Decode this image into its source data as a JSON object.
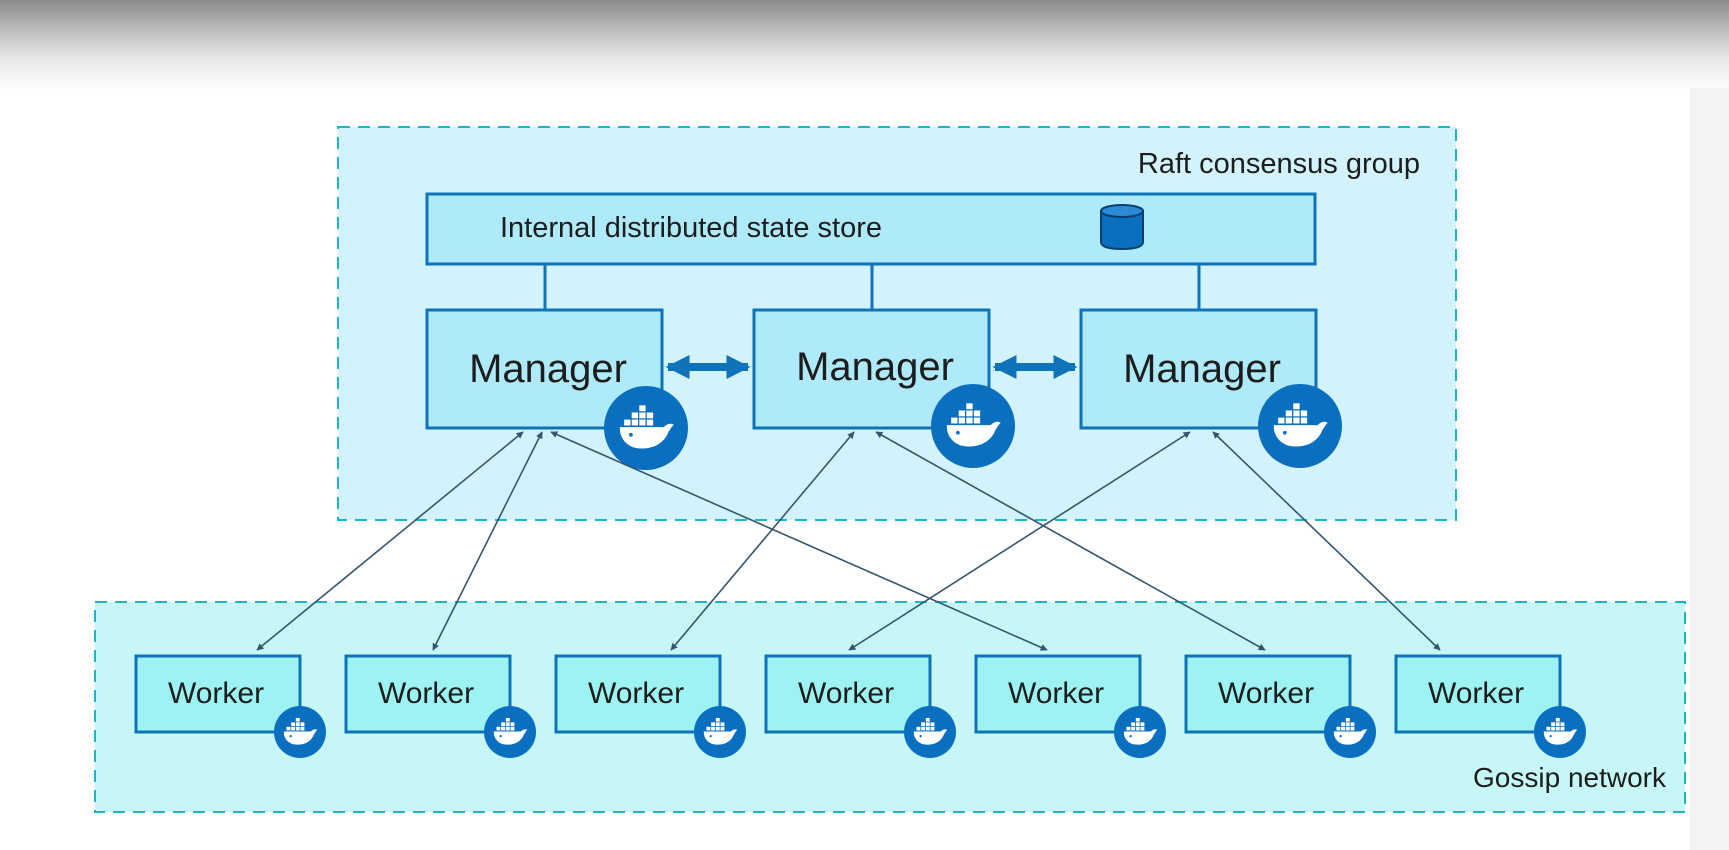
{
  "raft_group": {
    "label": "Raft consensus group"
  },
  "state_store": {
    "label": "Internal distributed state store",
    "icon": "database-icon"
  },
  "managers": [
    {
      "label": "Manager",
      "icon": "docker-whale-icon"
    },
    {
      "label": "Manager",
      "icon": "docker-whale-icon"
    },
    {
      "label": "Manager",
      "icon": "docker-whale-icon"
    }
  ],
  "workers": [
    {
      "label": "Worker",
      "icon": "docker-whale-icon"
    },
    {
      "label": "Worker",
      "icon": "docker-whale-icon"
    },
    {
      "label": "Worker",
      "icon": "docker-whale-icon"
    },
    {
      "label": "Worker",
      "icon": "docker-whale-icon"
    },
    {
      "label": "Worker",
      "icon": "docker-whale-icon"
    },
    {
      "label": "Worker",
      "icon": "docker-whale-icon"
    },
    {
      "label": "Worker",
      "icon": "docker-whale-icon"
    }
  ],
  "gossip_network": {
    "label": "Gossip network"
  },
  "colors": {
    "raft_fill": "#d2f3fb",
    "gossip_fill": "#c6f7f6",
    "dashed_border": "#1fb5c2",
    "box_fill": "#aeeaf9",
    "worker_fill": "#9cf3f2",
    "box_border": "#0f73b9",
    "docker_blue": "#0b6fc0",
    "link_line": "#33566e"
  }
}
